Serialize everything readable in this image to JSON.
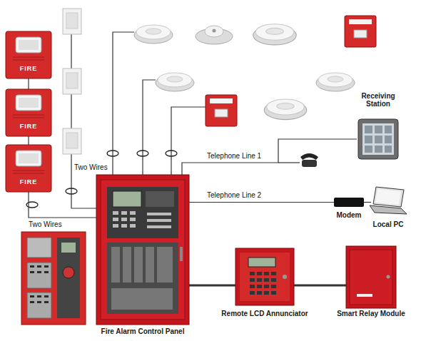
{
  "diagram": {
    "nodes": [
      {
        "text": [
          "FIRE"
        ]
      },
      {
        "text": [
          "FIRE"
        ]
      },
      {
        "text": [
          "FIRE"
        ]
      },
      {
        "text": [
          "Receiving Station"
        ]
      },
      {
        "text": [
          "Fire Alarm Control Panel"
        ]
      },
      {
        "text": [
          "Modem"
        ]
      },
      {
        "text": [
          "Local PC"
        ]
      },
      {
        "text": [
          "Remote LCD Annunciator"
        ]
      },
      {
        "text": [
          "Smart Relay Module"
        ]
      }
    ],
    "edges": [
      {
        "from": 0,
        "to": 1,
        "arrow": "none"
      },
      {
        "from": 1,
        "to": 2,
        "arrow": "none"
      },
      {
        "from": 2,
        "to": 4,
        "label": "Two Wires",
        "arrow": "none"
      },
      {
        "from": 4,
        "to": 3,
        "label": "Telephone Line 1",
        "arrow": "none"
      },
      {
        "from": 4,
        "to": 5,
        "label": "Telephone Line 2",
        "arrow": "none"
      },
      {
        "from": 5,
        "to": 6,
        "arrow": "none"
      },
      {
        "from": 4,
        "to": 7,
        "arrow": "none"
      },
      {
        "from": 7,
        "to": 8,
        "arrow": "none"
      }
    ],
    "labels": [
      "Two Wires"
    ]
  }
}
